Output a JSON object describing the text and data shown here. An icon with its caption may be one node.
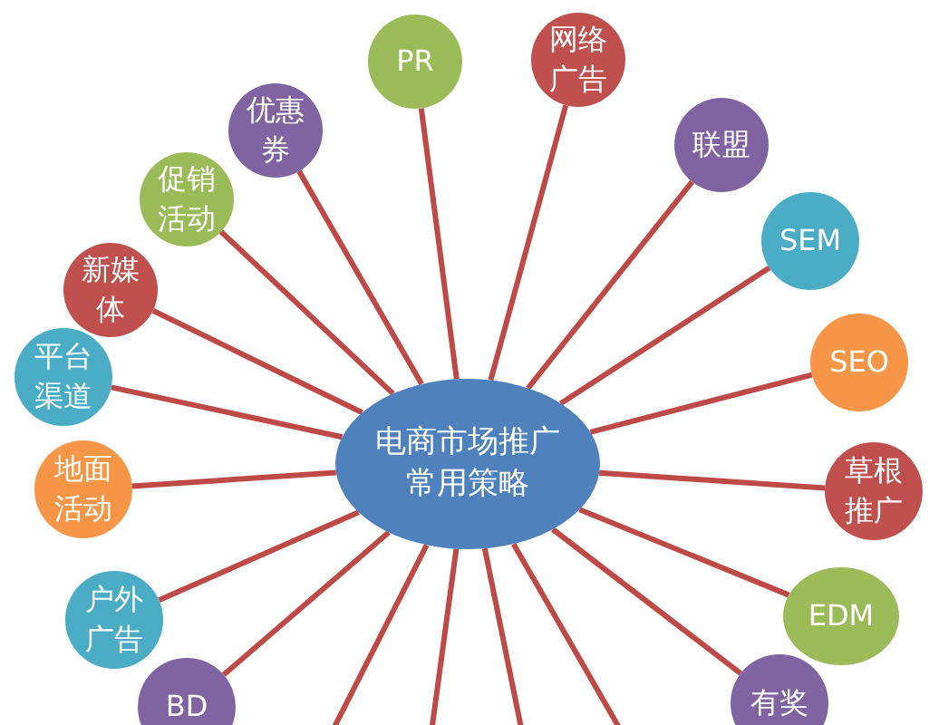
{
  "diagram": {
    "nodes": [
      {
        "text": [
          "电商市场推广常用策略"
        ]
      },
      {
        "text": [
          "PR"
        ]
      },
      {
        "text": [
          "网络广告"
        ]
      },
      {
        "text": [
          "联盟"
        ]
      },
      {
        "text": [
          "SEM"
        ]
      },
      {
        "text": [
          "SEO"
        ]
      },
      {
        "text": [
          "草根推广"
        ]
      },
      {
        "text": [
          "EDM"
        ]
      },
      {
        "text": [
          "有奖"
        ]
      },
      {
        "text": [
          "BD"
        ]
      },
      {
        "text": [
          "户外广告"
        ]
      },
      {
        "text": [
          "地面活动"
        ]
      },
      {
        "text": [
          "平台渠道"
        ]
      },
      {
        "text": [
          "新媒体"
        ]
      },
      {
        "text": [
          "促销活动"
        ]
      },
      {
        "text": [
          "优惠券"
        ]
      }
    ],
    "edges": [
      {
        "from": 0,
        "to": 1,
        "arrow": "none"
      },
      {
        "from": 0,
        "to": 2,
        "arrow": "none"
      },
      {
        "from": 0,
        "to": 3,
        "arrow": "none"
      },
      {
        "from": 0,
        "to": 4,
        "arrow": "none"
      },
      {
        "from": 0,
        "to": 5,
        "arrow": "none"
      },
      {
        "from": 0,
        "to": 6,
        "arrow": "none"
      },
      {
        "from": 0,
        "to": 7,
        "arrow": "none"
      },
      {
        "from": 0,
        "to": 8,
        "arrow": "none"
      },
      {
        "from": 0,
        "to": null,
        "arrow": "none"
      },
      {
        "from": 0,
        "to": null,
        "arrow": "none"
      },
      {
        "from": 0,
        "to": null,
        "arrow": "none"
      },
      {
        "from": 0,
        "to": null,
        "arrow": "none"
      },
      {
        "from": 0,
        "to": 9,
        "arrow": "none"
      },
      {
        "from": 0,
        "to": 10,
        "arrow": "none"
      },
      {
        "from": 0,
        "to": 11,
        "arrow": "none"
      },
      {
        "from": 0,
        "to": 12,
        "arrow": "none"
      },
      {
        "from": 0,
        "to": 13,
        "arrow": "none"
      },
      {
        "from": 0,
        "to": 14,
        "arrow": "none"
      },
      {
        "from": 0,
        "to": 15,
        "arrow": "none"
      }
    ]
  }
}
